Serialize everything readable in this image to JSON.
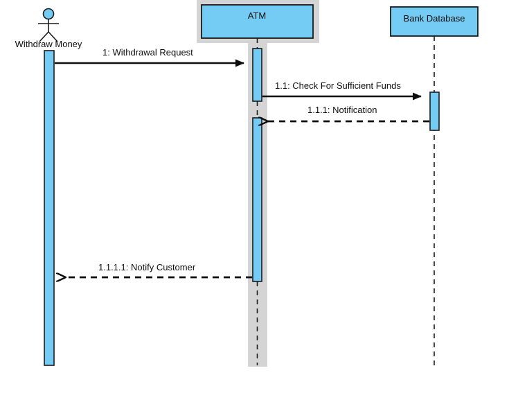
{
  "diagram": {
    "type": "uml-sequence-diagram",
    "background_color": "#FFFFFF",
    "fill_color": "#74CBF4",
    "stroke_color": "#1A1A1A",
    "band_color": "#D4D4D4",
    "text_color": "#0D0D0D"
  },
  "participants": [
    {
      "id": "withdraw-money",
      "label": "Withdraw Money",
      "kind": "actor",
      "has_band": false
    },
    {
      "id": "atm",
      "label": "ATM",
      "kind": "object",
      "has_band": true
    },
    {
      "id": "bank-database",
      "label": "Bank Database",
      "kind": "object",
      "has_band": false
    }
  ],
  "messages": [
    {
      "id": "msg-1",
      "label": "1: Withdrawal Request",
      "from": "withdraw-money",
      "to": "atm",
      "style": "solid",
      "arrow": "filled",
      "direction": "right"
    },
    {
      "id": "msg-1-1",
      "label": "1.1: Check For Sufficient Funds",
      "from": "atm",
      "to": "bank-database",
      "style": "solid",
      "arrow": "filled",
      "direction": "right"
    },
    {
      "id": "msg-1-1-1",
      "label": "1.1.1: Notification",
      "from": "bank-database",
      "to": "atm",
      "style": "dashed",
      "arrow": "open",
      "direction": "left"
    },
    {
      "id": "msg-1-1-1-1",
      "label": "1.1.1.1: Notify Customer",
      "from": "atm",
      "to": "withdraw-money",
      "style": "dashed",
      "arrow": "open",
      "direction": "left"
    }
  ]
}
